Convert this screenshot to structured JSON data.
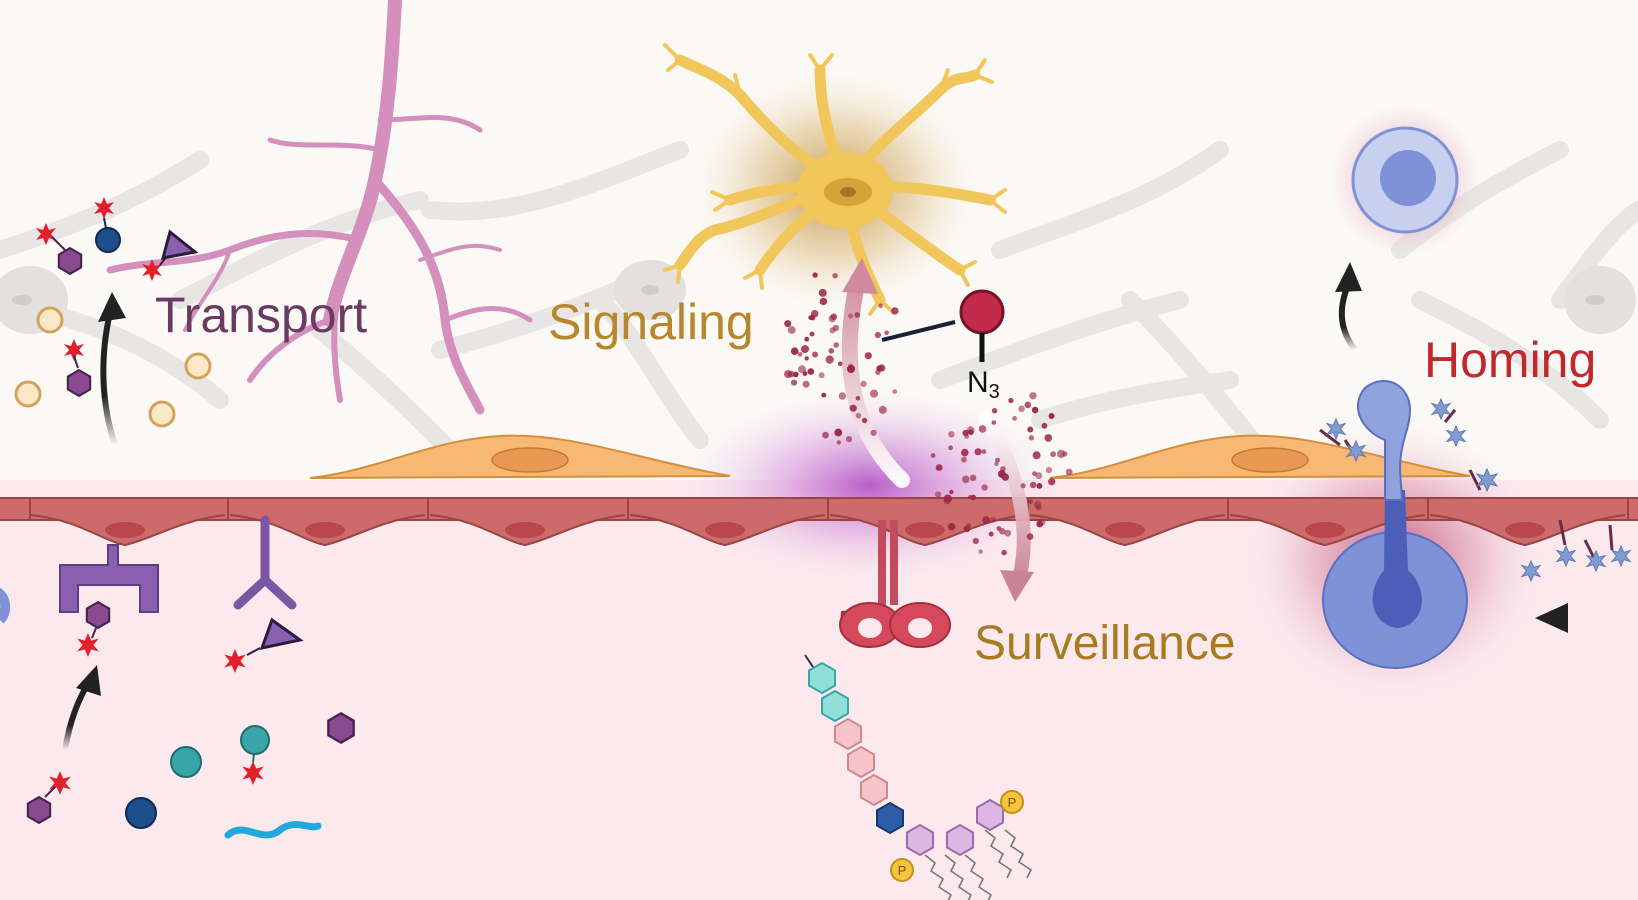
{
  "labels": {
    "transport": "Transport",
    "signaling": "Signaling",
    "homing": "Homing",
    "surveillance": "Surveillance",
    "azide_symbol": "N",
    "azide_subscript": "3",
    "phosphate": "P"
  },
  "colors": {
    "transport": "#6b3a63",
    "signaling": "#b8862b",
    "homing": "#c0282d",
    "surveillance": "#a87a22",
    "endothelium": "#cd6a6a",
    "pericyte": "#f4b26e",
    "astrocyte": "#f1c65a",
    "neuron": "#d48fbd",
    "lumen": "#fbe9ee",
    "leukocyte": "#7f92d8",
    "cargo_star": "#e0202a",
    "hexagon": "#8a4a8f",
    "glow": "#b24fc2"
  },
  "icons": [
    "astrocyte-icon",
    "neuron-icon",
    "leukocyte-icon",
    "pericyte-icon",
    "receptor-icon",
    "glycan-chain-icon",
    "azide-probe-icon",
    "arrow-icon"
  ]
}
